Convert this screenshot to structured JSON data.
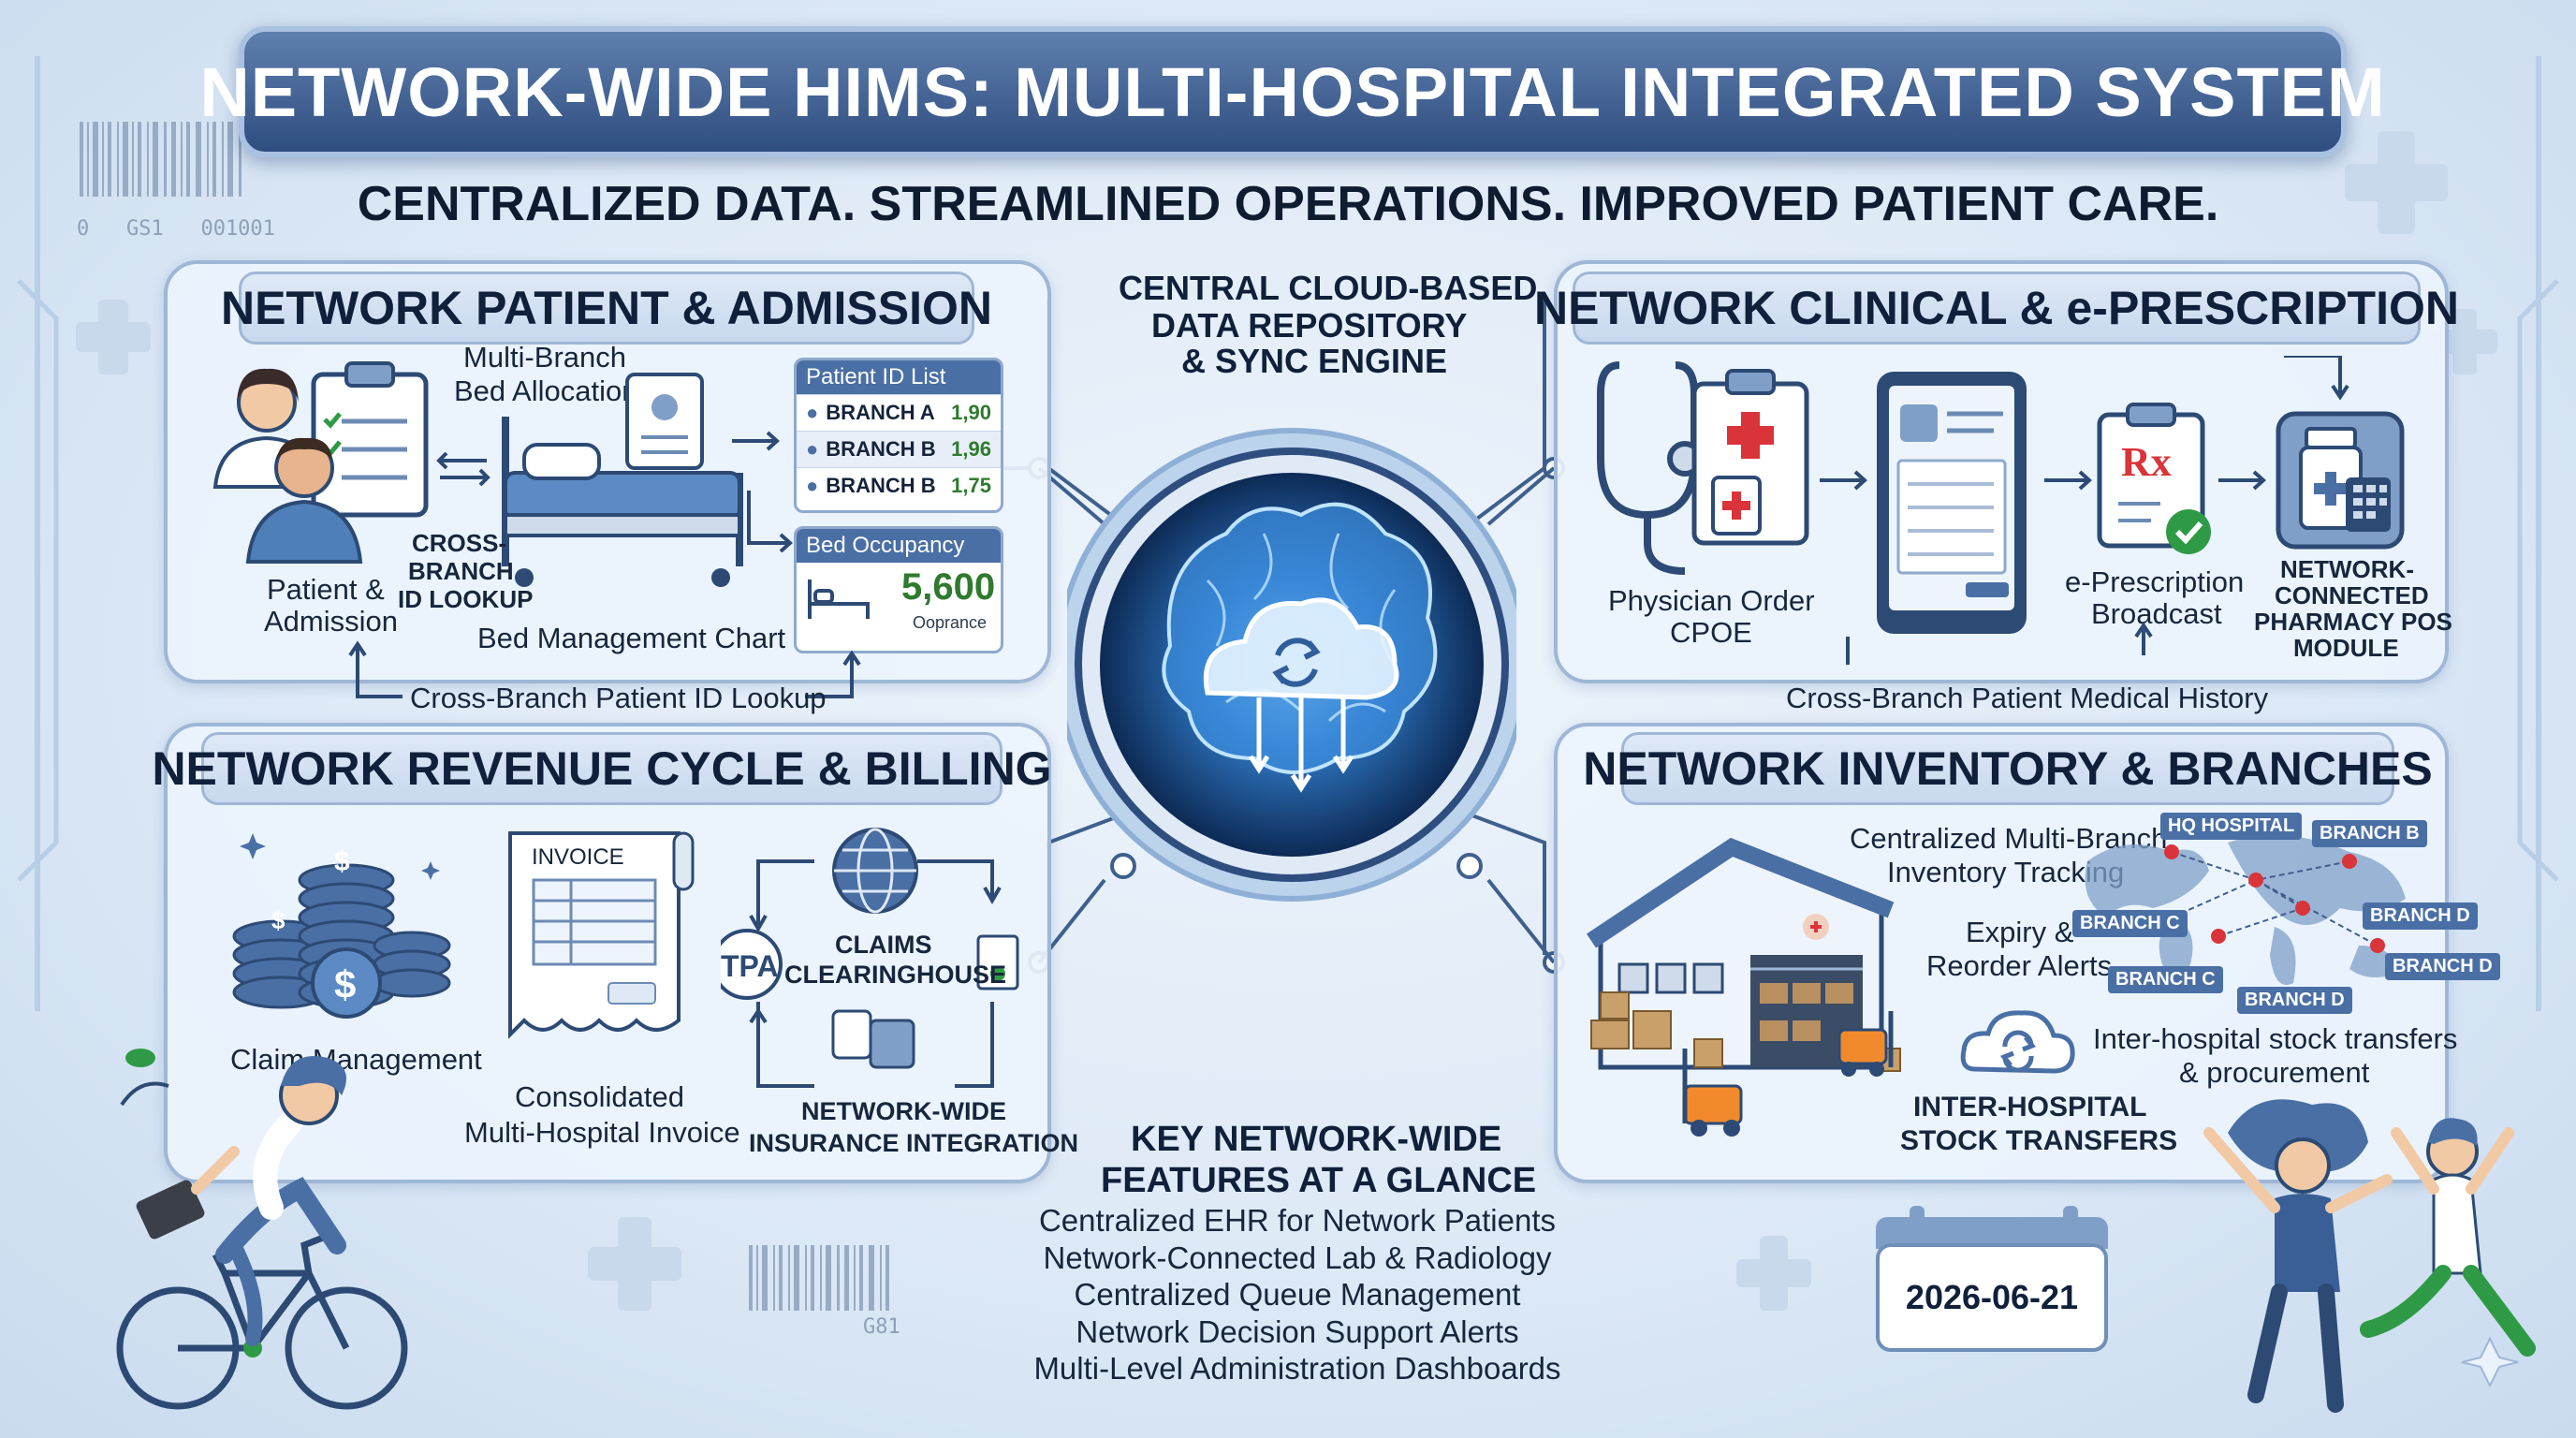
{
  "title": "NETWORK-WIDE HIMS: MULTI-HOSPITAL INTEGRATED SYSTEM",
  "subtitle": "CENTRALIZED DATA. STREAMLINED OPERATIONS. IMPROVED PATIENT CARE.",
  "center": {
    "line1": "CENTRAL CLOUD-BASED",
    "line2": "DATA REPOSITORY",
    "line3": "& SYNC ENGINE"
  },
  "patient_panel": {
    "title": "NETWORK PATIENT & ADMISSION",
    "patient_label_1": "Patient &",
    "patient_label_2": "Admission",
    "bed_alloc_1": "Multi-Branch",
    "bed_alloc_2": "Bed Allocation",
    "cross_1": "CROSS-",
    "cross_2": "BRANCH",
    "cross_3": "ID LOOKUP",
    "bed_chart": "Bed Management Chart",
    "id_list": {
      "header": "Patient ID List",
      "rows": [
        {
          "branch": "BRANCH A",
          "value": "1,90"
        },
        {
          "branch": "BRANCH B",
          "value": "1,96"
        },
        {
          "branch": "BRANCH B",
          "value": "1,75"
        }
      ]
    },
    "occupancy": {
      "header": "Bed Occupancy",
      "value": "5,600",
      "caption": "Ooprance"
    },
    "footer": "Cross-Branch Patient ID Lookup"
  },
  "clinical_panel": {
    "title": "NETWORK CLINICAL & e-PRESCRIPTION",
    "physician_1": "Physician Order",
    "physician_2": "CPOE",
    "rx_1": "e-Prescription",
    "rx_2": "Broadcast",
    "pharm_1": "NETWORK-",
    "pharm_2": "CONNECTED",
    "pharm_3": "PHARMACY POS",
    "pharm_4": "MODULE",
    "rx_symbol": "Rx",
    "footer": "Cross-Branch Patient Medical History"
  },
  "billing_panel": {
    "title": "NETWORK REVENUE CYCLE & BILLING",
    "claim": "Claim Management",
    "invoice_word": "INVOICE",
    "invoice_1": "Consolidated",
    "invoice_2": "Multi-Hospital Invoice",
    "tpa": "TPA",
    "claims_1": "CLAIMS",
    "claims_2": "CLEARINGHOUSE",
    "ins_1": "NETWORK-WIDE",
    "ins_2": "INSURANCE INTEGRATION"
  },
  "inventory_panel": {
    "title": "NETWORK INVENTORY & BRANCHES",
    "tracking_1": "Centralized Multi-Branch",
    "tracking_2": "Inventory Tracking",
    "expiry_1": "Expiry &",
    "expiry_2": "Reorder Alerts",
    "stock_1": "Inter-hospital stock transfers",
    "stock_2": "& procurement",
    "inter_1": "INTER-HOSPITAL",
    "inter_2": "STOCK TRANSFERS",
    "map_tags": [
      "HQ HOSPITAL",
      "BRANCH B",
      "BRANCH C",
      "BRANCH D",
      "BRANCH C",
      "BRANCH D",
      "BRANCH D"
    ]
  },
  "features": {
    "title_1": "KEY NETWORK-WIDE",
    "title_2": "FEATURES AT A GLANCE",
    "items": [
      "Centralized EHR for Network Patients",
      "Network-Connected Lab & Radiology",
      "Centralized Queue Management",
      "Network Decision Support Alerts",
      "Multi-Level Administration Dashboards"
    ]
  },
  "date": "2026-06-21",
  "barcode_text_1": "0   GS1   001001",
  "barcode_text_2": "G81",
  "colors": {
    "banner": "#2f4e80",
    "panel_border": "#9fb7d6",
    "accent_blue": "#4a6fa5",
    "green_value": "#2f7a2f",
    "brain_glow": "#4ea8f0"
  }
}
